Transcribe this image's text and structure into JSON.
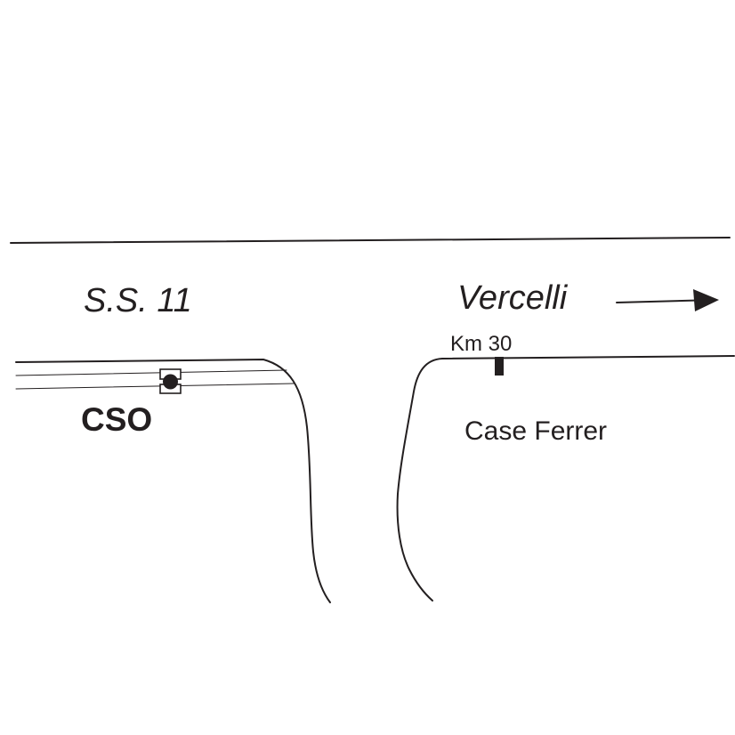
{
  "map": {
    "road": {
      "name": "S.S. 11"
    },
    "direction": {
      "destination": "Vercelli",
      "arrow_icon": "arrow-right-icon"
    },
    "kilometer_marker": {
      "label": "Km 30"
    },
    "station": {
      "label": "CSO",
      "icon": "station-marker-icon"
    },
    "place": {
      "label": "Case Ferrer"
    },
    "colors": {
      "ink": "#231f20",
      "background": "#ffffff"
    }
  }
}
